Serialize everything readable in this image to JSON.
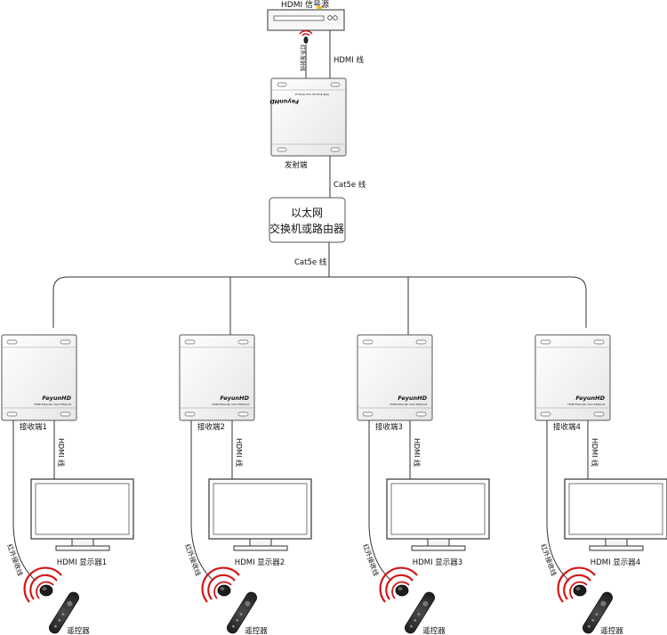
{
  "source": {
    "label": "HDMI 信号源"
  },
  "transmitter": {
    "label": "发射端",
    "brand": "FeyunHD",
    "model_text": "HDMI Extender Over Ethernet"
  },
  "cables": {
    "hdmi_top": "HDMI 线",
    "ir_emitter": "红外发射线",
    "cat5e_top": "Cat5e 线",
    "cat5e_mid": "Cat5e 线"
  },
  "switch": {
    "line1": "以太网",
    "line2": "交换机或路由器"
  },
  "receivers": [
    {
      "label": "接收端1",
      "display_label": "HDMI 显示器1",
      "hdmi_label": "HDMI 线",
      "ir_label": "红外接收线",
      "remote_label": "遥控器"
    },
    {
      "label": "接收端2",
      "display_label": "HDMI 显示器2",
      "hdmi_label": "HDMI 线",
      "ir_label": "红外接收线",
      "remote_label": "遥控器"
    },
    {
      "label": "接收端3",
      "display_label": "HDMI 显示器3",
      "hdmi_label": "HDMI 线",
      "ir_label": "红外接收线",
      "remote_label": "遥控器"
    },
    {
      "label": "接收端4",
      "display_label": "HDMI 显示器4",
      "hdmi_label": "HDMI 线",
      "ir_label": "红外接收线",
      "remote_label": "遥控器"
    }
  ],
  "receiver_brand": "FeyunHD",
  "receiver_model_text": "HDMI Extender Over Ethernet",
  "colors": {
    "line": "#333333",
    "box_fill": "#f4f4f4",
    "box_stroke": "#555555",
    "ir_red": "#d01818",
    "remote_dark": "#2b2b2b"
  }
}
